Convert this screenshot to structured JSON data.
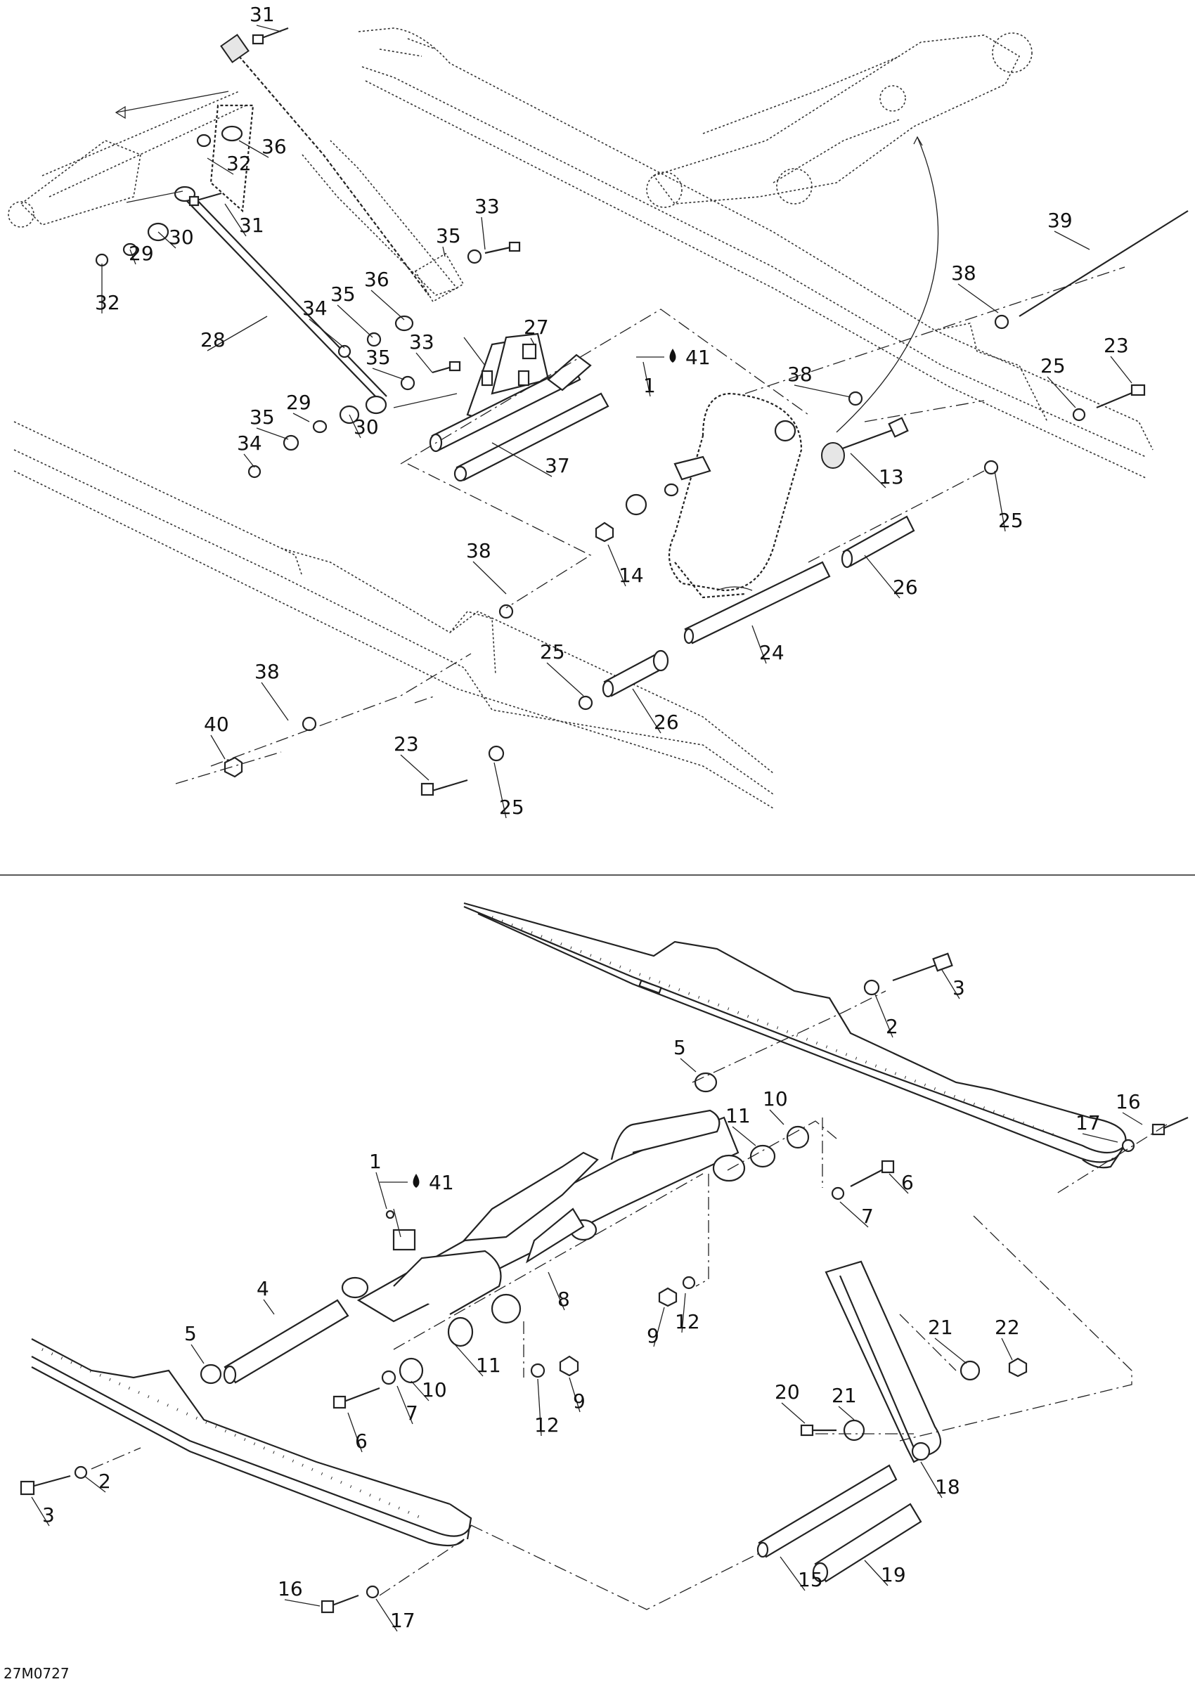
{
  "diagram": {
    "code": "27M0727",
    "lube_symbol": "oil-drop",
    "upper_callouts": [
      {
        "id": "u31a",
        "text": "31"
      },
      {
        "id": "u36a",
        "text": "36"
      },
      {
        "id": "u32a",
        "text": "32"
      },
      {
        "id": "u31b",
        "text": "31"
      },
      {
        "id": "u30a",
        "text": "30"
      },
      {
        "id": "u29a",
        "text": "29"
      },
      {
        "id": "u32b",
        "text": "32"
      },
      {
        "id": "u33a",
        "text": "33"
      },
      {
        "id": "u35a",
        "text": "35"
      },
      {
        "id": "u36b",
        "text": "36"
      },
      {
        "id": "u35b",
        "text": "35"
      },
      {
        "id": "u34a",
        "text": "34"
      },
      {
        "id": "u28",
        "text": "28"
      },
      {
        "id": "u27",
        "text": "27"
      },
      {
        "id": "u33b",
        "text": "33"
      },
      {
        "id": "u35c",
        "text": "35"
      },
      {
        "id": "u29b",
        "text": "29"
      },
      {
        "id": "u35d",
        "text": "35"
      },
      {
        "id": "u34b",
        "text": "34"
      },
      {
        "id": "u30b",
        "text": "30"
      },
      {
        "id": "u41a",
        "text": "41"
      },
      {
        "id": "u1a",
        "text": "1"
      },
      {
        "id": "u37",
        "text": "37"
      },
      {
        "id": "u39",
        "text": "39"
      },
      {
        "id": "u38a",
        "text": "38"
      },
      {
        "id": "u23a",
        "text": "23"
      },
      {
        "id": "u25a",
        "text": "25"
      },
      {
        "id": "u38b",
        "text": "38"
      },
      {
        "id": "u13",
        "text": "13"
      },
      {
        "id": "u25b",
        "text": "25"
      },
      {
        "id": "u14",
        "text": "14"
      },
      {
        "id": "u26a",
        "text": "26"
      },
      {
        "id": "u38c",
        "text": "38"
      },
      {
        "id": "u24",
        "text": "24"
      },
      {
        "id": "u25c",
        "text": "25"
      },
      {
        "id": "u26b",
        "text": "26"
      },
      {
        "id": "u38d",
        "text": "38"
      },
      {
        "id": "u40",
        "text": "40"
      },
      {
        "id": "u23b",
        "text": "23"
      },
      {
        "id": "u25d",
        "text": "25"
      }
    ],
    "lower_callouts": [
      {
        "id": "l3a",
        "text": "3"
      },
      {
        "id": "l2a",
        "text": "2"
      },
      {
        "id": "l5a",
        "text": "5"
      },
      {
        "id": "l16a",
        "text": "16"
      },
      {
        "id": "l10a",
        "text": "10"
      },
      {
        "id": "l11a",
        "text": "11"
      },
      {
        "id": "l17a",
        "text": "17"
      },
      {
        "id": "l6a",
        "text": "6"
      },
      {
        "id": "l1b",
        "text": "1"
      },
      {
        "id": "l41b",
        "text": "41"
      },
      {
        "id": "l7a",
        "text": "7"
      },
      {
        "id": "l8",
        "text": "8"
      },
      {
        "id": "l4",
        "text": "4"
      },
      {
        "id": "l12a",
        "text": "12"
      },
      {
        "id": "l9a",
        "text": "9"
      },
      {
        "id": "l5b",
        "text": "5"
      },
      {
        "id": "l11b",
        "text": "11"
      },
      {
        "id": "l10b",
        "text": "10"
      },
      {
        "id": "l21a",
        "text": "21"
      },
      {
        "id": "l22",
        "text": "22"
      },
      {
        "id": "l7b",
        "text": "7"
      },
      {
        "id": "l6b",
        "text": "6"
      },
      {
        "id": "l12b",
        "text": "12"
      },
      {
        "id": "l9b",
        "text": "9"
      },
      {
        "id": "l20",
        "text": "20"
      },
      {
        "id": "l21b",
        "text": "21"
      },
      {
        "id": "l18",
        "text": "18"
      },
      {
        "id": "l2b",
        "text": "2"
      },
      {
        "id": "l3b",
        "text": "3"
      },
      {
        "id": "l15",
        "text": "15"
      },
      {
        "id": "l19",
        "text": "19"
      },
      {
        "id": "l16b",
        "text": "16"
      },
      {
        "id": "l17b",
        "text": "17"
      }
    ]
  }
}
